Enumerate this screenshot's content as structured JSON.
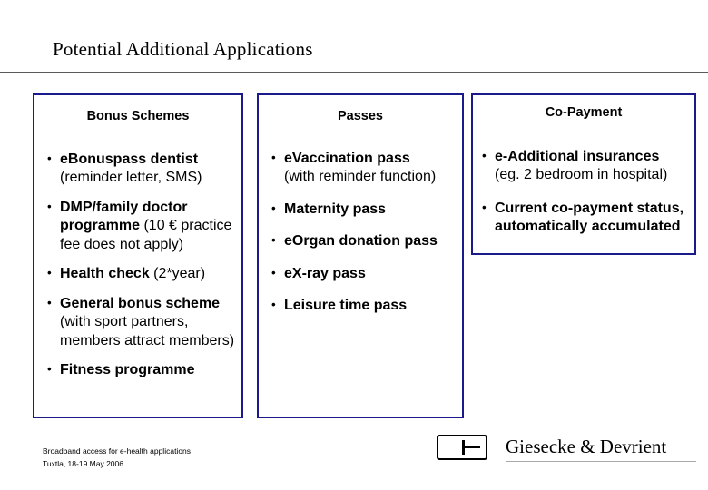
{
  "slide": {
    "title": "Potential Additional Applications"
  },
  "columns": [
    {
      "heading": "Bonus Schemes",
      "bullets": [
        {
          "bold": "eBonuspass dentist",
          "normal": "",
          "lines": [
            "(reminder letter, SMS)"
          ]
        },
        {
          "bold": "DMP/family doctor programme ",
          "normal": "(10 € practice fee does not apply)",
          "lines": []
        },
        {
          "bold": "Health check ",
          "normal": "(2*year)",
          "lines": []
        },
        {
          "bold": "General bonus scheme",
          "normal": "",
          "lines": [
            "(with sport partners,",
            "members attract members)"
          ]
        },
        {
          "bold": "Fitness programme",
          "normal": "",
          "lines": []
        }
      ]
    },
    {
      "heading": "Passes",
      "bullets": [
        {
          "bold": "eVaccination pass",
          "normal": "",
          "lines": [
            "(with reminder function)"
          ]
        },
        {
          "bold": "Maternity pass",
          "normal": "",
          "lines": []
        },
        {
          "bold": "eOrgan donation pass",
          "normal": "",
          "lines": []
        },
        {
          "bold": "eX-ray pass",
          "normal": "",
          "lines": []
        },
        {
          "bold": "Leisure time pass",
          "normal": "",
          "lines": []
        }
      ]
    },
    {
      "heading": "Co-Payment",
      "bullets": [
        {
          "bold": "e-Additional insurances",
          "normal": "",
          "lines": [
            "(eg. 2 bedroom in hospital)"
          ]
        },
        {
          "bold": "Current co-payment status, automatically accumulated",
          "normal": "",
          "lines": []
        }
      ]
    }
  ],
  "footer": {
    "line1": "Broadband access for e-health applications",
    "line2": "Tuxtla, 18-19 May 2006",
    "logo_text": "Giesecke & Devrient"
  },
  "bullet_glyph": "•",
  "colors": {
    "border": "#1a1a8c",
    "text": "#000000",
    "rule": "#5a5a5a"
  }
}
